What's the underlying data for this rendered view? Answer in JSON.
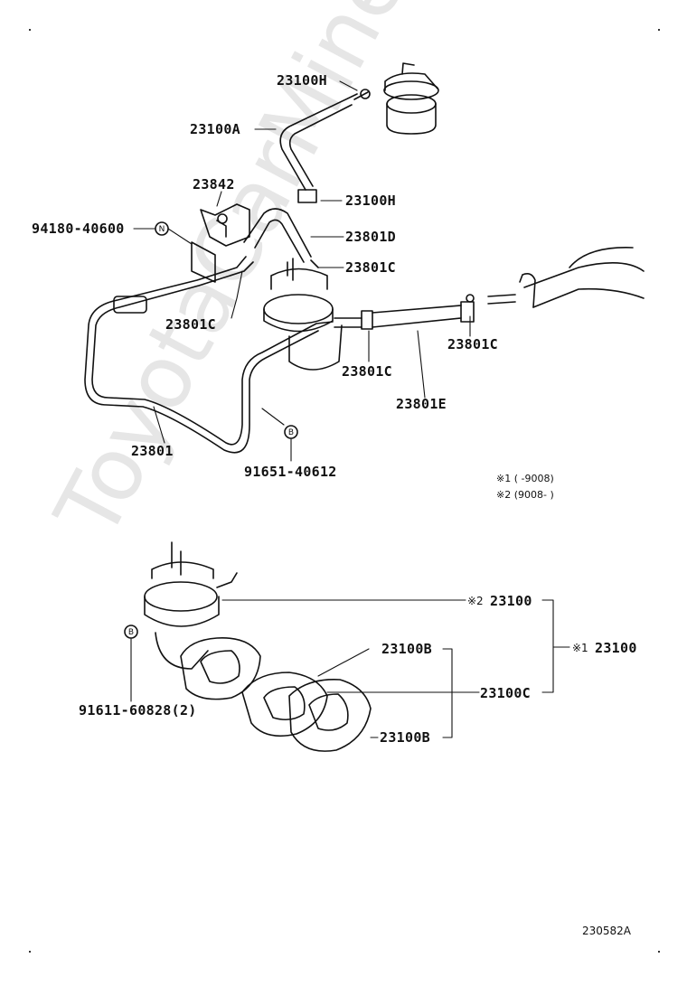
{
  "watermark": "ToyotaCarMine.ru",
  "labels": {
    "l23100H_top": "23100H",
    "l23100A": "23100A",
    "l23100H_mid": "23100H",
    "l23842": "23842",
    "l94180": "94180-40600",
    "l23801D": "23801D",
    "l23801C_a": "23801C",
    "l23801C_b": "23801C",
    "l23801C_c": "23801C",
    "l23801C_d": "23801C",
    "l23801E": "23801E",
    "l23801": "23801",
    "l91651": "91651-40612",
    "l23100_x2": "23100",
    "l23100_x1": "23100",
    "l23100B_top": "23100B",
    "l23100B_bot": "23100B",
    "l23100C": "23100C",
    "l91611": "91611-60828(2)",
    "mark2": "※2",
    "mark1": "※1"
  },
  "markers": {
    "N": "N",
    "B_top": "B",
    "B_bot": "B"
  },
  "notes": {
    "note1": "※1 (      -9008)",
    "note2": "※2 (9008-      )"
  },
  "figure_code": "230582A"
}
